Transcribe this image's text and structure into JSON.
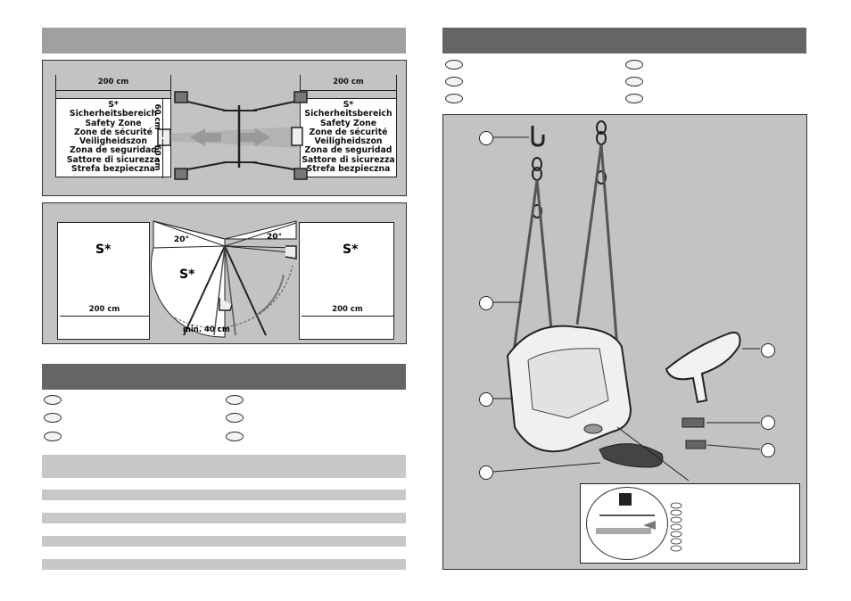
{
  "safety_zone": {
    "dimension_200": "200 cm",
    "dimension_60": "60 cm",
    "marker": "S*",
    "languages": [
      "Sicherheitsbereich",
      "Safety Zone",
      "Zone de sécurité",
      "Veiligheidszon",
      "Zona de seguridad",
      "Sattore di sicurezza",
      "Strefa bezpieczna"
    ]
  },
  "swing_diagram": {
    "angle": "20°",
    "marker": "S*",
    "dimension_200": "200 cm",
    "min_height": "min. 40 cm"
  },
  "colors": {
    "dark_bar": "#656565",
    "mid_bar": "#a0a0a0",
    "light_bar": "#c8c8c8",
    "panel": "#c3c3c3"
  }
}
